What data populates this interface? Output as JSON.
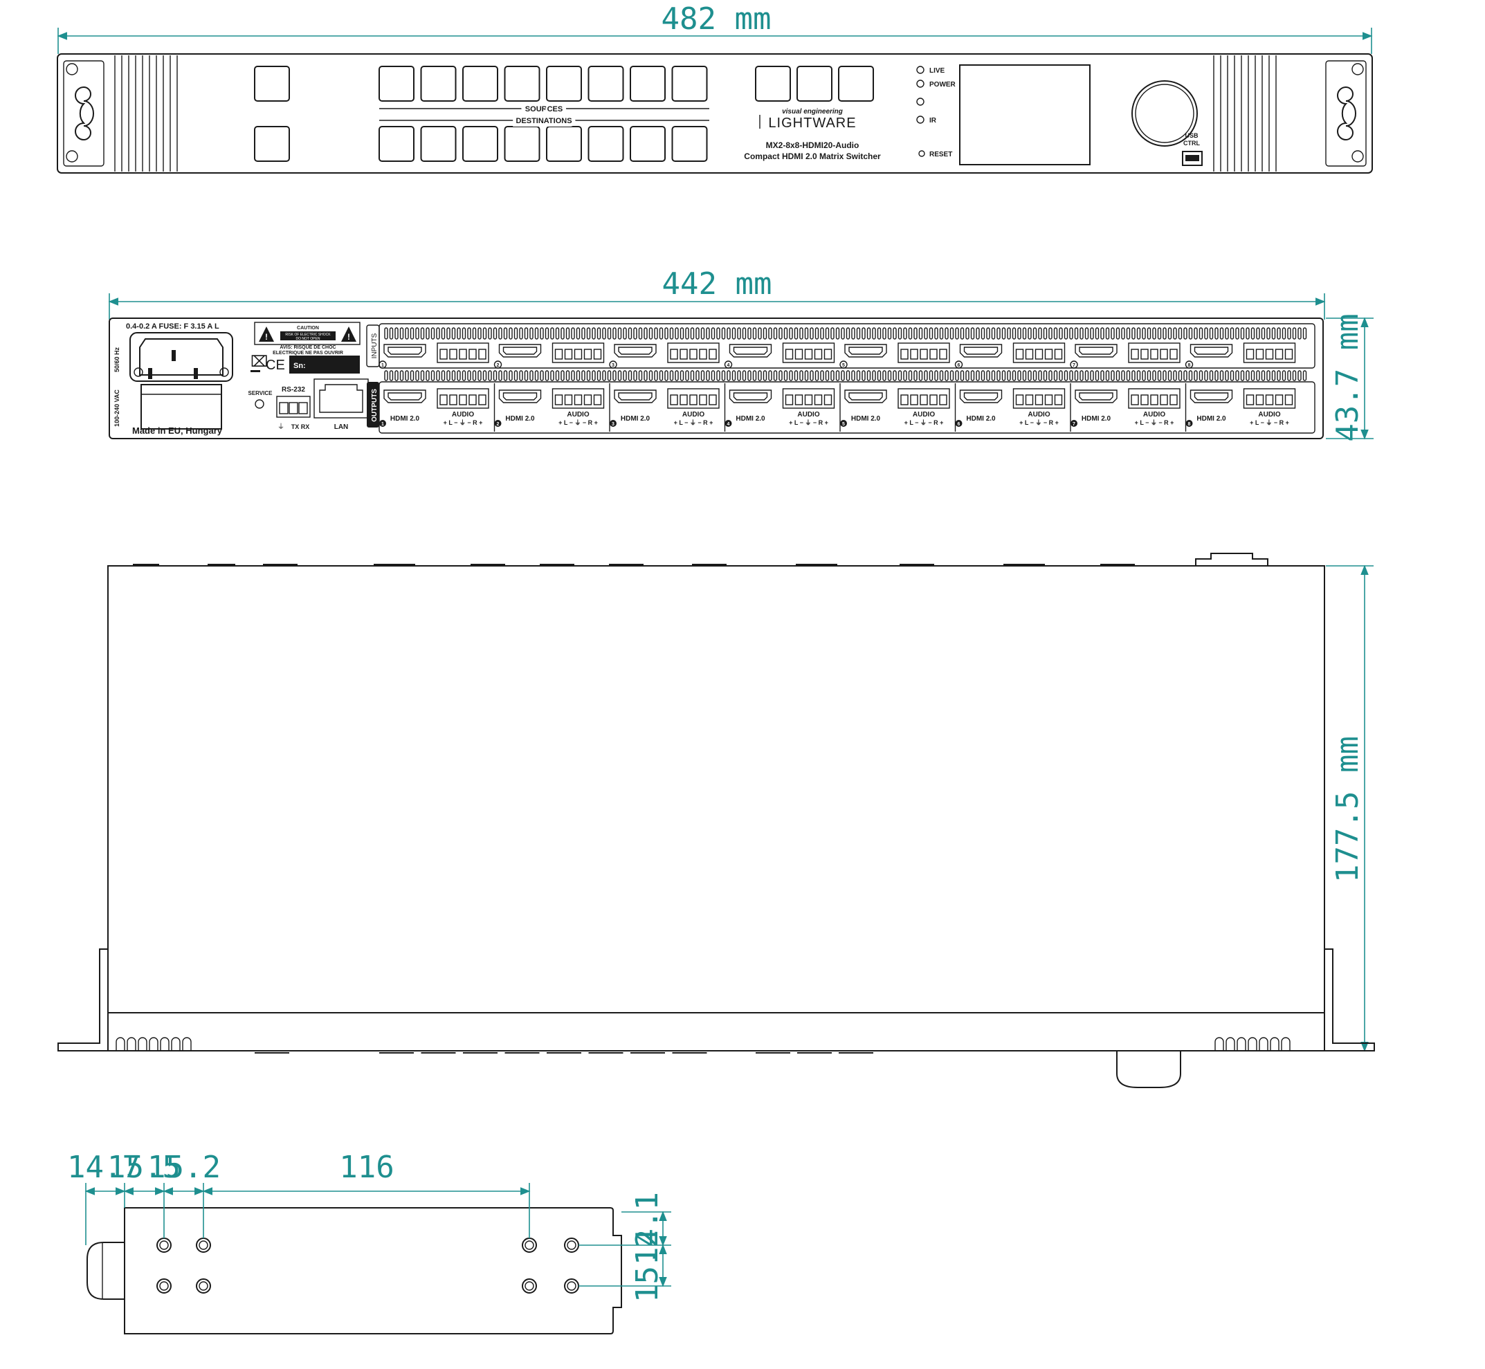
{
  "colors": {
    "line": "#1a1a1a",
    "dimension": "#1e8f8f",
    "background": "#ffffff"
  },
  "dimensions": {
    "front_width": "482 mm",
    "rear_width": "442 mm",
    "height": "43.7 mm",
    "depth": "177.5 mm",
    "ear_h1": "14.7",
    "ear_h2": "15.5",
    "ear_h3": "15.2",
    "ear_h4": "116",
    "ear_v1": "14.1",
    "ear_v2": "15.2"
  },
  "front": {
    "sources_label": "SOURCES",
    "destinations_label": "DESTINATIONS",
    "brand_tagline": "visual engineering",
    "brand": "LIGHTWARE",
    "model": "MX2-8x8-HDMI20-Audio",
    "model_desc": "Compact HDMI 2.0 Matrix Switcher",
    "leds": [
      "LIVE",
      "POWER",
      "",
      "IR"
    ],
    "reset_label": "RESET",
    "usb_label_1": "USB",
    "usb_label_2": "CTRL"
  },
  "rear": {
    "power_rating": "0.4-0.2 A   FUSE: F 3.15 A L",
    "freq": "50/60 Hz",
    "voltage": "100-240 VAC",
    "made_in": "Made in EU, Hungary",
    "caution": "CAUTION",
    "caution_sub1": "RISK OF ELECTRIC SHOCK",
    "caution_sub2": "DO NOT OPEN",
    "avis_1": "AVIS: RISQUE DE CHOC",
    "avis_2": "ELECTRIQUE NE PAS OUVRIR",
    "ce": "CE",
    "sn_label": "Sn:",
    "service_label": "SERVICE",
    "rs232_label": "RS-232",
    "txrx_label": "TX RX",
    "lan_label": "LAN",
    "inputs_label": "INPUTS",
    "outputs_label": "OUTPUTS",
    "hdmi_label": "HDMI 2.0",
    "audio_label": "AUDIO",
    "audio_pins": "+ L − ⏚ − R +",
    "ports": [
      "1",
      "2",
      "3",
      "4",
      "5",
      "6",
      "7",
      "8"
    ]
  }
}
